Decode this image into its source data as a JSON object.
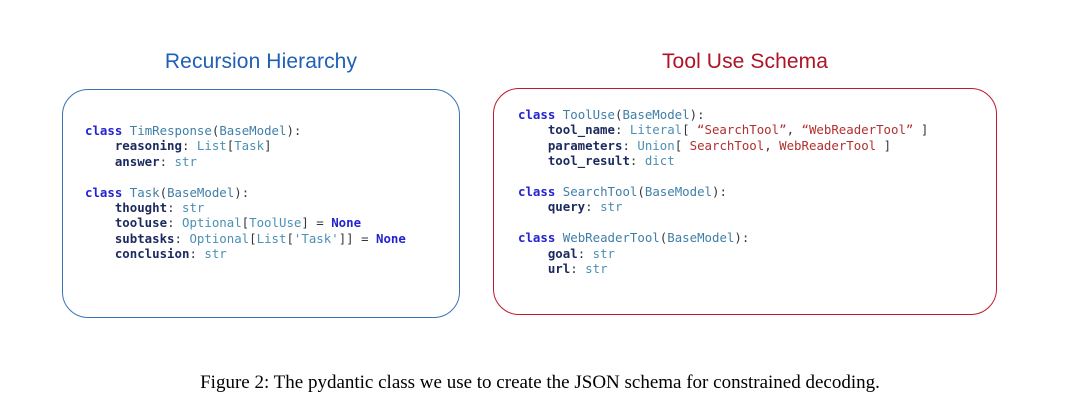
{
  "figure": {
    "caption": "Figure 2: The pydantic class we use to create the JSON schema for constrained decoding."
  },
  "colors": {
    "left_accent": "#3a72b8",
    "left_title": "#1f5fb5",
    "right_accent": "#c0182c",
    "right_title": "#b01228",
    "keyword": "#2323d2",
    "class_name": "#3f7fa8",
    "field_name": "#1b2a5e",
    "builtin_type": "#4b90b5",
    "string_literal": "#b03030",
    "punctuation": "#333740",
    "background": "#ffffff"
  },
  "panels": [
    {
      "id": "recursion-hierarchy",
      "title": "Recursion Hierarchy",
      "language": "python",
      "classes": [
        {
          "name": "TimResponse",
          "base": "BaseModel",
          "fields": [
            {
              "name": "reasoning",
              "type": "List[Task]",
              "default": null
            },
            {
              "name": "answer",
              "type": "str",
              "default": null
            }
          ]
        },
        {
          "name": "Task",
          "base": "BaseModel",
          "fields": [
            {
              "name": "thought",
              "type": "str",
              "default": null
            },
            {
              "name": "tooluse",
              "type": "Optional[ToolUse]",
              "default": "None"
            },
            {
              "name": "subtasks",
              "type": "Optional[List['Task']]",
              "default": "None"
            },
            {
              "name": "conclusion",
              "type": "str",
              "default": null
            }
          ]
        }
      ]
    },
    {
      "id": "tool-use-schema",
      "title": "Tool Use Schema",
      "language": "python",
      "classes": [
        {
          "name": "ToolUse",
          "base": "BaseModel",
          "fields": [
            {
              "name": "tool_name",
              "type": "Literal[ “SearchTool”, “WebReaderTool” ]",
              "default": null
            },
            {
              "name": "parameters",
              "type": "Union[ SearchTool, WebReaderTool ]",
              "default": null
            },
            {
              "name": "tool_result",
              "type": "dict",
              "default": null
            }
          ]
        },
        {
          "name": "SearchTool",
          "base": "BaseModel",
          "fields": [
            {
              "name": "query",
              "type": "str",
              "default": null
            }
          ]
        },
        {
          "name": "WebReaderTool",
          "base": "BaseModel",
          "fields": [
            {
              "name": "goal",
              "type": "str",
              "default": null
            },
            {
              "name": "url",
              "type": "str",
              "default": null
            }
          ]
        }
      ]
    }
  ],
  "code": {
    "left": [
      [
        {
          "t": "class",
          "c": "tk-kw"
        },
        {
          "t": " ",
          "c": "tk-pun"
        },
        {
          "t": "TimResponse",
          "c": "tk-cls"
        },
        {
          "t": "(",
          "c": "tk-pun"
        },
        {
          "t": "BaseModel",
          "c": "tk-cls"
        },
        {
          "t": "):",
          "c": "tk-pun"
        }
      ],
      [
        {
          "t": "    ",
          "c": "tk-pun"
        },
        {
          "t": "reasoning",
          "c": "tk-fld"
        },
        {
          "t": ": ",
          "c": "tk-pun"
        },
        {
          "t": "List",
          "c": "tk-typ"
        },
        {
          "t": "[",
          "c": "tk-pun"
        },
        {
          "t": "Task",
          "c": "tk-typ"
        },
        {
          "t": "]",
          "c": "tk-pun"
        }
      ],
      [
        {
          "t": "    ",
          "c": "tk-pun"
        },
        {
          "t": "answer",
          "c": "tk-fld"
        },
        {
          "t": ": ",
          "c": "tk-pun"
        },
        {
          "t": "str",
          "c": "tk-typ"
        }
      ],
      [
        {
          "t": "",
          "c": "tk-pun"
        }
      ],
      [
        {
          "t": "class",
          "c": "tk-kw"
        },
        {
          "t": " ",
          "c": "tk-pun"
        },
        {
          "t": "Task",
          "c": "tk-cls"
        },
        {
          "t": "(",
          "c": "tk-pun"
        },
        {
          "t": "BaseModel",
          "c": "tk-cls"
        },
        {
          "t": "):",
          "c": "tk-pun"
        }
      ],
      [
        {
          "t": "    ",
          "c": "tk-pun"
        },
        {
          "t": "thought",
          "c": "tk-fld"
        },
        {
          "t": ": ",
          "c": "tk-pun"
        },
        {
          "t": "str",
          "c": "tk-typ"
        }
      ],
      [
        {
          "t": "    ",
          "c": "tk-pun"
        },
        {
          "t": "tooluse",
          "c": "tk-fld"
        },
        {
          "t": ": ",
          "c": "tk-pun"
        },
        {
          "t": "Optional",
          "c": "tk-typ"
        },
        {
          "t": "[",
          "c": "tk-pun"
        },
        {
          "t": "ToolUse",
          "c": "tk-typ"
        },
        {
          "t": "] = ",
          "c": "tk-pun"
        },
        {
          "t": "None",
          "c": "tk-none"
        }
      ],
      [
        {
          "t": "    ",
          "c": "tk-pun"
        },
        {
          "t": "subtasks",
          "c": "tk-fld"
        },
        {
          "t": ": ",
          "c": "tk-pun"
        },
        {
          "t": "Optional",
          "c": "tk-typ"
        },
        {
          "t": "[",
          "c": "tk-pun"
        },
        {
          "t": "List",
          "c": "tk-typ"
        },
        {
          "t": "[",
          "c": "tk-pun"
        },
        {
          "t": "'Task'",
          "c": "tk-typ"
        },
        {
          "t": "]] = ",
          "c": "tk-pun"
        },
        {
          "t": "None",
          "c": "tk-none"
        }
      ],
      [
        {
          "t": "    ",
          "c": "tk-pun"
        },
        {
          "t": "conclusion",
          "c": "tk-fld"
        },
        {
          "t": ": ",
          "c": "tk-pun"
        },
        {
          "t": "str",
          "c": "tk-typ"
        }
      ]
    ],
    "right": [
      [
        {
          "t": "class",
          "c": "tk-kw"
        },
        {
          "t": " ",
          "c": "tk-pun"
        },
        {
          "t": "ToolUse",
          "c": "tk-cls"
        },
        {
          "t": "(",
          "c": "tk-pun"
        },
        {
          "t": "BaseModel",
          "c": "tk-cls"
        },
        {
          "t": "):",
          "c": "tk-pun"
        }
      ],
      [
        {
          "t": "    ",
          "c": "tk-pun"
        },
        {
          "t": "tool_name",
          "c": "tk-fld"
        },
        {
          "t": ": ",
          "c": "tk-pun"
        },
        {
          "t": "Literal",
          "c": "tk-typ"
        },
        {
          "t": "[ ",
          "c": "tk-pun"
        },
        {
          "t": "“SearchTool”",
          "c": "tk-str"
        },
        {
          "t": ", ",
          "c": "tk-pun"
        },
        {
          "t": "“WebReaderTool”",
          "c": "tk-str"
        },
        {
          "t": " ]",
          "c": "tk-pun"
        }
      ],
      [
        {
          "t": "    ",
          "c": "tk-pun"
        },
        {
          "t": "parameters",
          "c": "tk-fld"
        },
        {
          "t": ": ",
          "c": "tk-pun"
        },
        {
          "t": "Union",
          "c": "tk-typ"
        },
        {
          "t": "[ ",
          "c": "tk-pun"
        },
        {
          "t": "SearchTool",
          "c": "tk-red"
        },
        {
          "t": ", ",
          "c": "tk-pun"
        },
        {
          "t": "WebReaderTool",
          "c": "tk-red"
        },
        {
          "t": " ]",
          "c": "tk-pun"
        }
      ],
      [
        {
          "t": "    ",
          "c": "tk-pun"
        },
        {
          "t": "tool_result",
          "c": "tk-fld"
        },
        {
          "t": ": ",
          "c": "tk-pun"
        },
        {
          "t": "dict",
          "c": "tk-typ"
        }
      ],
      [
        {
          "t": "",
          "c": "tk-pun"
        }
      ],
      [
        {
          "t": "class",
          "c": "tk-kw"
        },
        {
          "t": " ",
          "c": "tk-pun"
        },
        {
          "t": "SearchTool",
          "c": "tk-cls"
        },
        {
          "t": "(",
          "c": "tk-pun"
        },
        {
          "t": "BaseModel",
          "c": "tk-cls"
        },
        {
          "t": "):",
          "c": "tk-pun"
        }
      ],
      [
        {
          "t": "    ",
          "c": "tk-pun"
        },
        {
          "t": "query",
          "c": "tk-fld"
        },
        {
          "t": ": ",
          "c": "tk-pun"
        },
        {
          "t": "str",
          "c": "tk-typ"
        }
      ],
      [
        {
          "t": "",
          "c": "tk-pun"
        }
      ],
      [
        {
          "t": "class",
          "c": "tk-kw"
        },
        {
          "t": " ",
          "c": "tk-pun"
        },
        {
          "t": "WebReaderTool",
          "c": "tk-cls"
        },
        {
          "t": "(",
          "c": "tk-pun"
        },
        {
          "t": "BaseModel",
          "c": "tk-cls"
        },
        {
          "t": "):",
          "c": "tk-pun"
        }
      ],
      [
        {
          "t": "    ",
          "c": "tk-pun"
        },
        {
          "t": "goal",
          "c": "tk-fld"
        },
        {
          "t": ": ",
          "c": "tk-pun"
        },
        {
          "t": "str",
          "c": "tk-typ"
        }
      ],
      [
        {
          "t": "    ",
          "c": "tk-pun"
        },
        {
          "t": "url",
          "c": "tk-fld"
        },
        {
          "t": ": ",
          "c": "tk-pun"
        },
        {
          "t": "str",
          "c": "tk-typ"
        }
      ]
    ]
  }
}
